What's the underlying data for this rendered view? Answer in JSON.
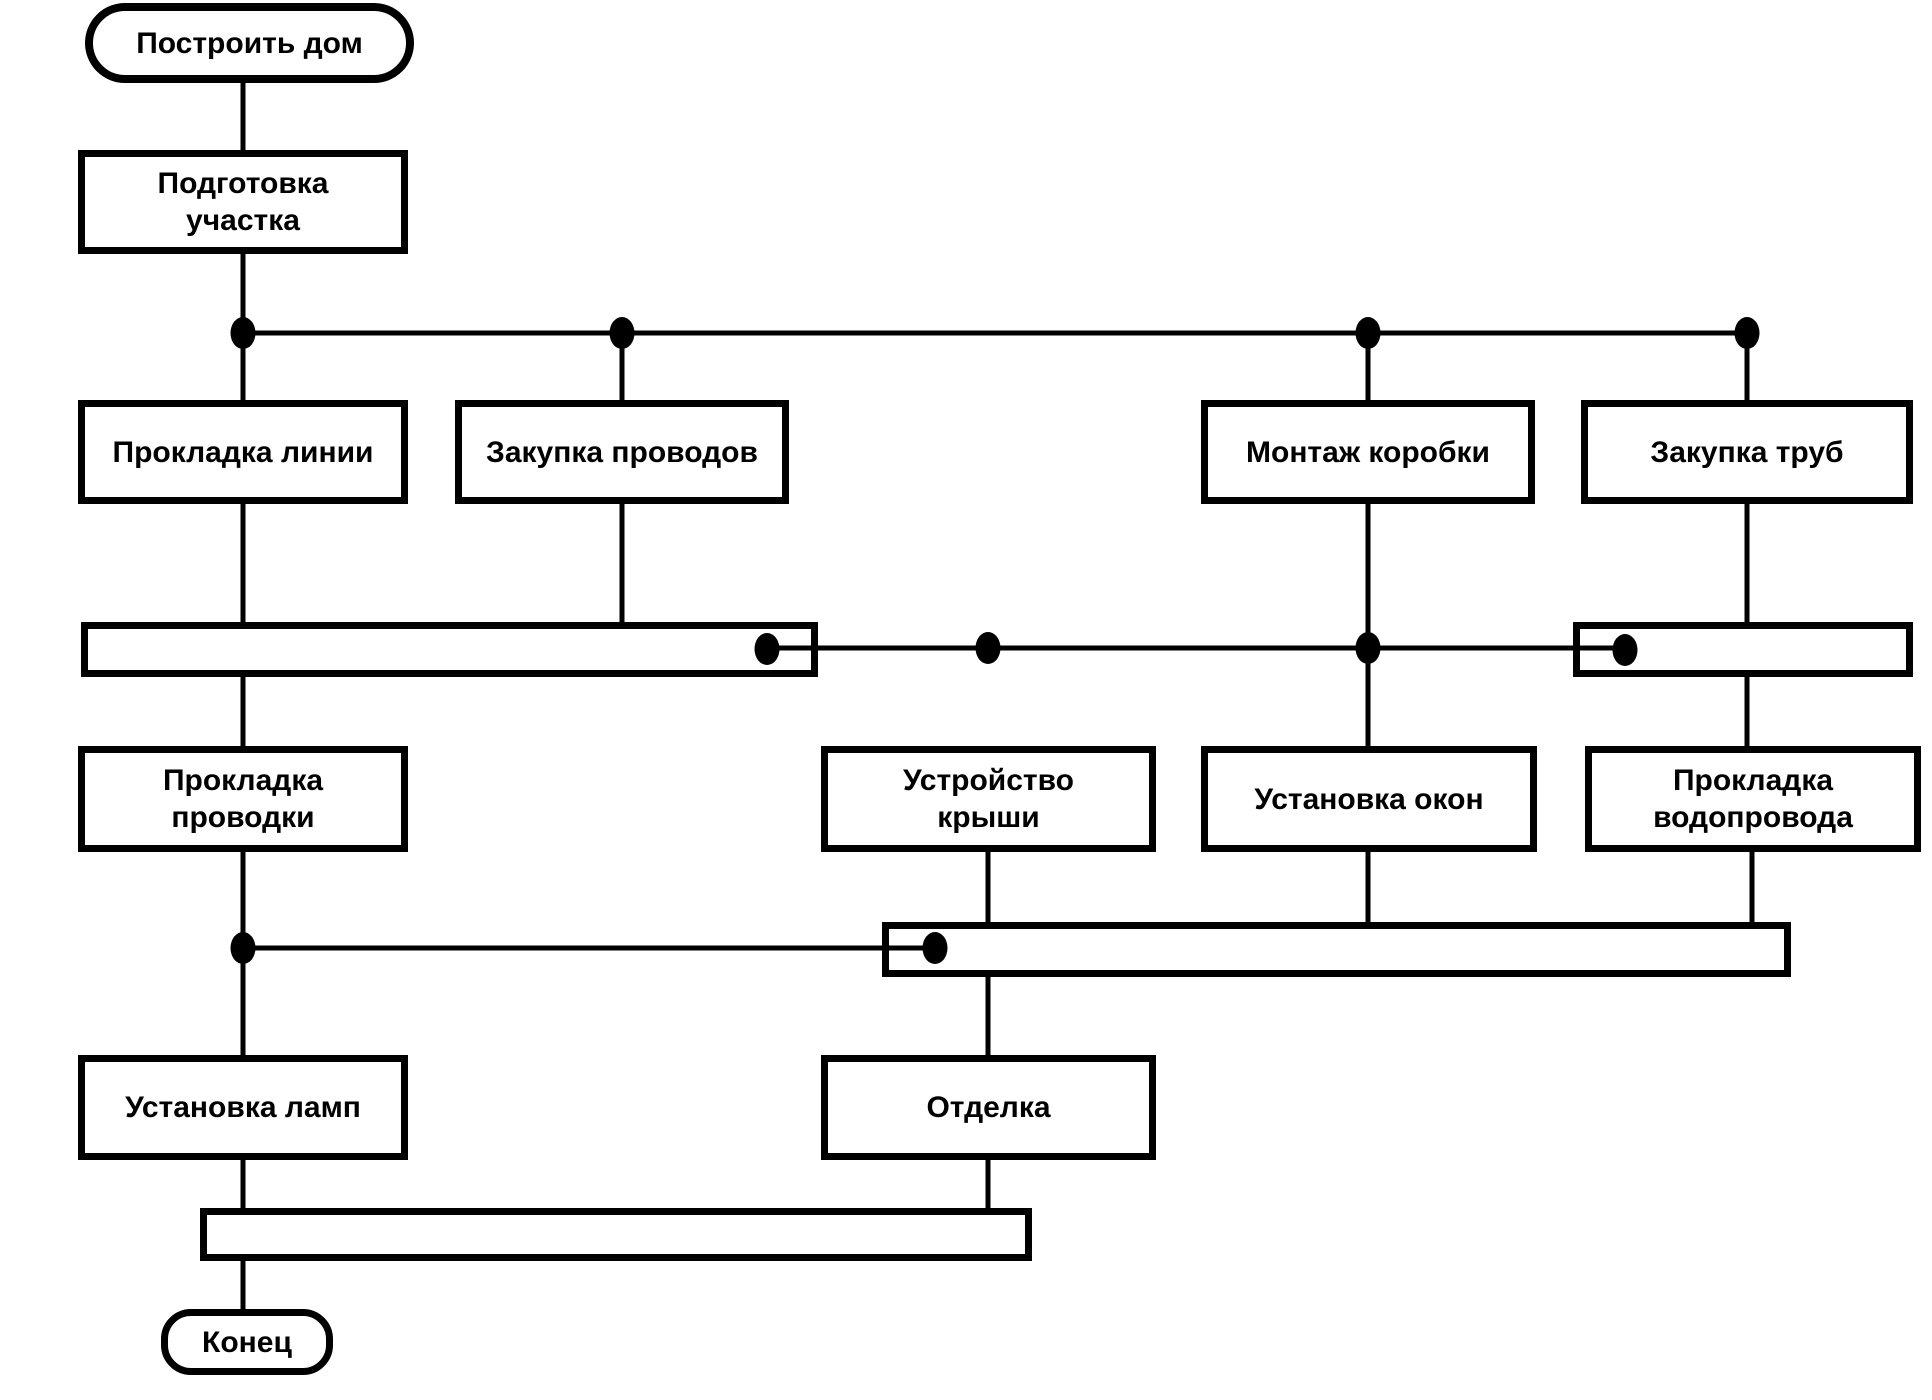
{
  "diagram": {
    "background_color": "#ffffff",
    "stroke_color": "#000000",
    "fill_color": "#ffffff",
    "nodes": {
      "start": {
        "label": "Построить дом",
        "type": "terminator"
      },
      "site_prep": {
        "label": "Подготовка\nучастка",
        "type": "activity"
      },
      "line_laying": {
        "label": "Прокладка линии",
        "type": "activity"
      },
      "wire_purchase": {
        "label": "Закупка проводов",
        "type": "activity"
      },
      "box_mounting": {
        "label": "Монтаж коробки",
        "type": "activity"
      },
      "pipe_purchase": {
        "label": "Закупка труб",
        "type": "activity"
      },
      "wiring": {
        "label": "Прокладка\nпроводки",
        "type": "activity"
      },
      "roof": {
        "label": "Устройство\nкрыши",
        "type": "activity"
      },
      "windows": {
        "label": "Установка окон",
        "type": "activity"
      },
      "plumbing": {
        "label": "Прокладка\nводопровода",
        "type": "activity"
      },
      "lamps": {
        "label": "Установка ламп",
        "type": "activity"
      },
      "finishing": {
        "label": "Отделка",
        "type": "activity"
      },
      "end": {
        "label": "Конец",
        "type": "terminator"
      }
    }
  }
}
